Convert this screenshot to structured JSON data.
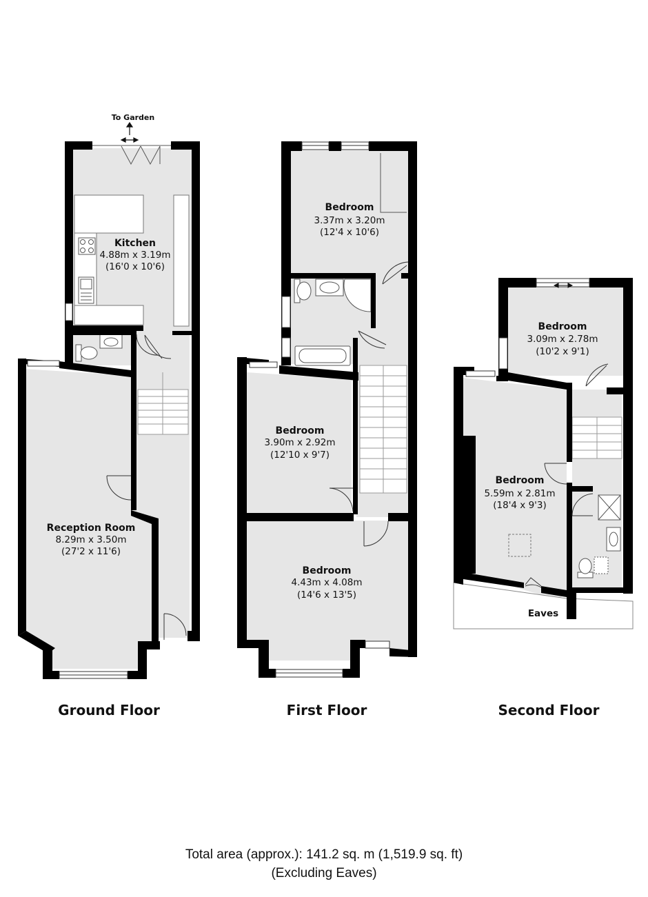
{
  "colors": {
    "wall": "#000000",
    "floor": "#e6e6e6",
    "fixture": "#ffffff",
    "line": "#555555"
  },
  "annotations": {
    "to_garden": "To Garden",
    "eaves": "Eaves"
  },
  "floors": [
    {
      "label": "Ground Floor",
      "rooms": [
        {
          "name": "Kitchen",
          "metric": "4.88m x 3.19m",
          "imperial": "(16'0 x 10'6)"
        },
        {
          "name": "Reception Room",
          "metric": "8.29m x 3.50m",
          "imperial": "(27'2 x 11'6)"
        }
      ]
    },
    {
      "label": "First Floor",
      "rooms": [
        {
          "name": "Bedroom",
          "metric": "3.37m x 3.20m",
          "imperial": "(12'4 x 10'6)"
        },
        {
          "name": "Bedroom",
          "metric": "3.90m x 2.92m",
          "imperial": "(12'10 x 9'7)"
        },
        {
          "name": "Bedroom",
          "metric": "4.43m x 4.08m",
          "imperial": "(14'6 x 13'5)"
        }
      ]
    },
    {
      "label": "Second Floor",
      "rooms": [
        {
          "name": "Bedroom",
          "metric": "3.09m x 2.78m",
          "imperial": "(10'2 x 9'1)"
        },
        {
          "name": "Bedroom",
          "metric": "5.59m x 2.81m",
          "imperial": "(18'4 x 9'3)"
        }
      ]
    }
  ],
  "total": {
    "line1": "Total area (approx.): 141.2 sq. m (1,519.9 sq. ft)",
    "line2": "(Excluding Eaves)"
  }
}
